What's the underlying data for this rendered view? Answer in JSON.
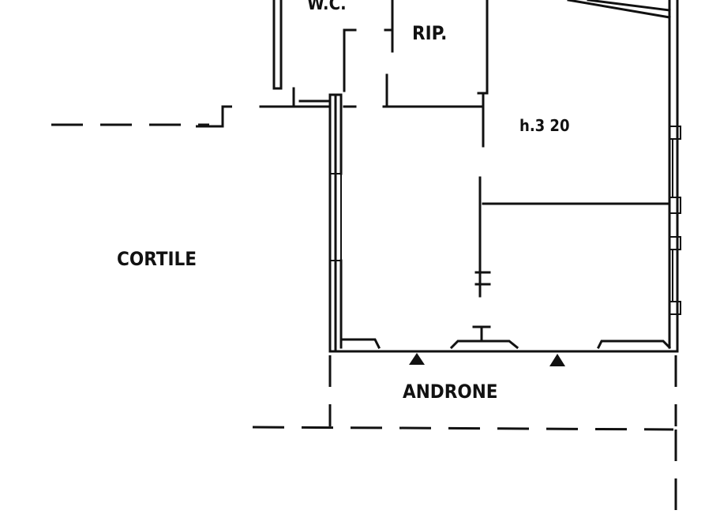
{
  "labels": {
    "wc": "W.C.",
    "storage": "RIP.",
    "height": "h.3 20",
    "courtyard": "CORTILE",
    "entrance_hall": "ANDRONE"
  },
  "colors": {
    "ink": "#111111",
    "paper": "#ffffff"
  }
}
